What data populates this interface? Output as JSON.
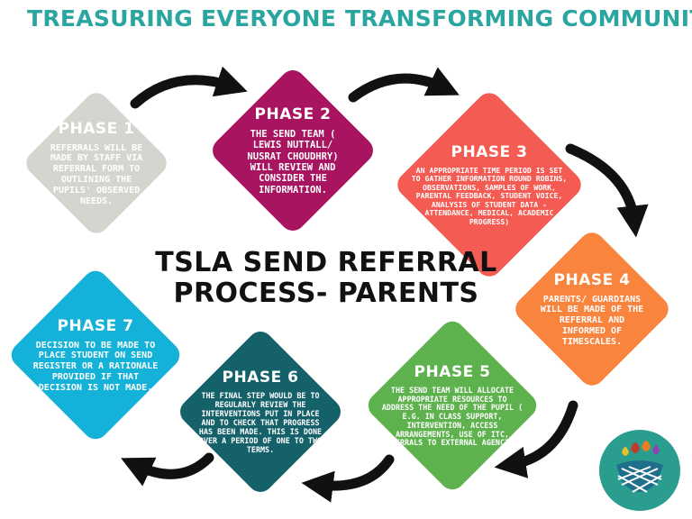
{
  "header": {
    "left": "TREASURING EVERYONE",
    "right": "TRANSFORMING COMMUNITY"
  },
  "center_title": {
    "line1": "TSLA SEND REFERRAL",
    "line2": "PROCESS- PARENTS"
  },
  "phases": [
    {
      "title": "PHASE 1",
      "text": "Referrals will be made by staff via referral form to outlining the pupils' observed needs.",
      "color": "#d2d6cf"
    },
    {
      "title": "PHASE 2",
      "text": "The SEND Team ( Lewis Nuttall/ Nusrat Choudhry) will review and consider the information.",
      "color": "#a8145f"
    },
    {
      "title": "PHASE 3",
      "text": "An appropriate time period is set to gather information Round Robins, observations, samples of work, parental feedback, student voice, analysis of student data - attendance, medical, academic progress)",
      "color": "#f45b52"
    },
    {
      "title": "PHASE 4",
      "text": "Parents/ guardians will be made of the referral and informed of timescales.",
      "color": "#f9843e"
    },
    {
      "title": "PHASE 5",
      "text": "The SEND Team will allocate appropriate resources to address the need of the pupil ( e.g. in class support, intervention, access arrangements, use of ITC, referrals to external agencies)",
      "color": "#5eb24e"
    },
    {
      "title": "PHASE 6",
      "text": "The final step would be to regularly review the interventions put in place and to check that progress has been made. This is done over a period of one to two terms.",
      "color": "#14616a"
    },
    {
      "title": "PHASE 7",
      "text": "Decision to be made to place student on SEND register or a rationale provided if that decision is not made.",
      "color": "#14b1d8"
    }
  ],
  "logo": {
    "icon": "school-crest-icon",
    "color": "#2a9d8f"
  }
}
